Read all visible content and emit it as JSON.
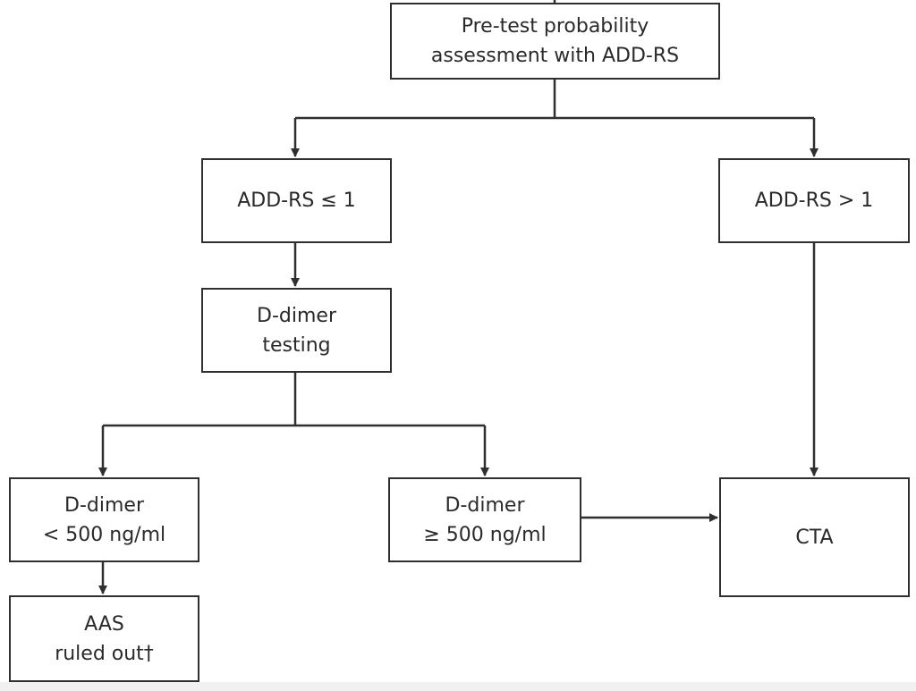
{
  "nodes": {
    "pretest": {
      "line1": "Pre-test probability",
      "line2": "assessment with ADD-RS"
    },
    "low": {
      "line1": "ADD-RS ≤ 1"
    },
    "high": {
      "line1": "ADD-RS > 1"
    },
    "ddimer_testing": {
      "line1": "D-dimer",
      "line2": "testing"
    },
    "ddimer_low": {
      "line1": "D-dimer",
      "line2": "< 500 ng/ml"
    },
    "ddimer_high": {
      "line1": "D-dimer",
      "line2": "≥ 500 ng/ml"
    },
    "cta": {
      "line1": "CTA"
    },
    "ruled_out": {
      "line1": "AAS",
      "line2": "ruled out†"
    }
  }
}
